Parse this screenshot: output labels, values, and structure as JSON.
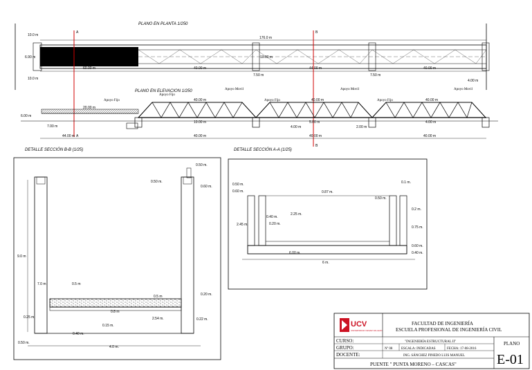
{
  "views": {
    "plan_title": "PLANO EN PLANTA 1/250",
    "elevation_title": "PLANO EN ELEVACION 1/250",
    "section_bb_title": "DETALLE SECCIÓN B-B (1/25)",
    "section_aa_title": "DETALLE SECCIÓN A-A (1/25)",
    "cut_a": "A",
    "cut_b": "B"
  },
  "plan_dims": {
    "total": "176.0 m",
    "left": "60.00 m",
    "mid": "40.00 m",
    "right": "44.00 m",
    "side_a": "10.0 m",
    "side_b": "10.0 m",
    "width": "6.90 m",
    "inner": "10.00 m",
    "small1": "7.50 m",
    "small2": "7.50 m",
    "far": "4.00 m"
  },
  "elev_dims": {
    "support_fix": "Apoyo Fijo",
    "support_mov": "Apoyo Movil",
    "span1": "20.00 m",
    "span2": "40.00 m",
    "span3": "40.00 m",
    "span4": "40.00 m",
    "bottom_total": "44.00 m",
    "b1": "20.00 m",
    "b2": "40.00 m",
    "b3": "40.00 m",
    "b4": "40.00 m",
    "h1": "6.00 m",
    "h2": "7.00 m",
    "p1": "10.00 m",
    "p2": "4.00 m",
    "p3": "5.00 m",
    "p4": "4.00 m",
    "p5": "2.00 m"
  },
  "sec_bb": {
    "d1": "0.50 m.",
    "d2": "0.50 m.",
    "d3": "0.60 m.",
    "height": "9.0 m",
    "d4": "7.0 m",
    "d5": "0.5 m",
    "d6": "0.5 m",
    "d7": "0.20 m.",
    "d8": "0.25 m.",
    "d9": "0.8 m",
    "d10": "2.54 m.",
    "d11": "0.22 m.",
    "d12": "0.15 m.",
    "d13": "0.40 m.",
    "d14": "0.50 m.",
    "width": "4.0 m."
  },
  "sec_aa": {
    "d1": "0.1 m.",
    "d2": "0.50 m.",
    "d3": "0.60 m.",
    "top": "0.87 m.",
    "d4": "0.50 m.",
    "d5": "0.2 m.",
    "d6": "2.45 m.",
    "d7": "0.40 m.",
    "d8": "0.20 m.",
    "d9": "2.25 m.",
    "d10": "0.75 m.",
    "d11": "0.60 m.",
    "d12": "0.40 m.",
    "inner": "6.00 m.",
    "total": "6 m."
  },
  "title_block": {
    "logo": "UCV",
    "logo_sub": "UNIVERSIDAD CESAR VALLEJO",
    "faculty": "FACULTAD DE INGENIERÍA",
    "school": "ESCUELA PROFESIONAL DE INGENIERÍA CIVIL",
    "curso_label": "CURSO:",
    "curso_value": "\"INGENIERÍA ESTRUCTURAL II\"",
    "grupo_label": "GRUPO:",
    "grupo_value": "Nº 08",
    "escala": "ESCALA: INDICADAS",
    "fecha": "FECHA: 17-08-2016",
    "docente_label": "DOCENTE:",
    "docente_value": "ING. SÁNCHEZ PINEDO LUIS MANUEL",
    "project": "PUENTE \" PUNTA MORENO – CASCAS\"",
    "plano_label": "PLANO",
    "plano_value": "E-01"
  },
  "colors": {
    "line": "#000000",
    "cut": "#d00000",
    "logo_red": "#cc1122"
  }
}
